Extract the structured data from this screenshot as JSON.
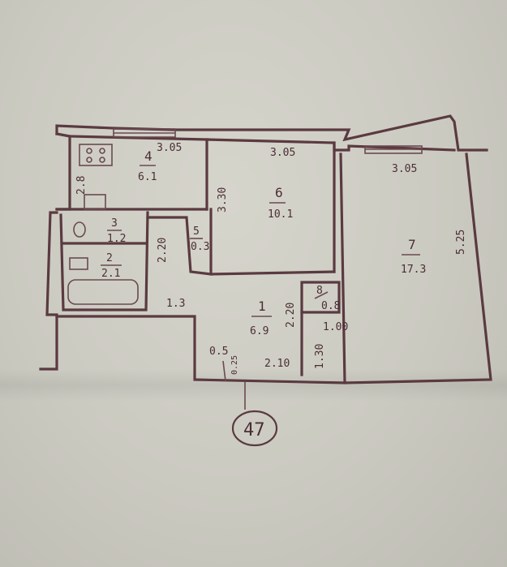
{
  "plan": {
    "rooms": [
      {
        "id": "kitchen",
        "number": "4",
        "area": "6.1"
      },
      {
        "id": "bedroom",
        "number": "6",
        "area": "10.1"
      },
      {
        "id": "living",
        "number": "7",
        "area": "17.3"
      },
      {
        "id": "toilet",
        "number": "3",
        "area": "1.2"
      },
      {
        "id": "bath",
        "number": "2",
        "area": "2.1"
      },
      {
        "id": "hall",
        "number": "1",
        "area": "6.9"
      },
      {
        "id": "closet5",
        "number": "5",
        "area": "0.3"
      },
      {
        "id": "closet8",
        "number": "8",
        "area": "0.8"
      }
    ],
    "dimensions": {
      "kitchen_width": "3.05",
      "bedroom_width": "3.05",
      "living_width": "3.05",
      "kitchen_depth": "2.8",
      "bedroom_depth": "3.30",
      "living_depth": "5.25",
      "bath_block_depth": "2.20",
      "corridor_width": "1.3",
      "hall_depth": "2.20",
      "door_offset": "1.00",
      "side_depth": "1.30",
      "hall_width": "2.10",
      "step": "0.5",
      "niche": "0.25"
    },
    "label": "47"
  },
  "colors": {
    "ink": "#5a3a40",
    "paper": "#cbcac1"
  }
}
